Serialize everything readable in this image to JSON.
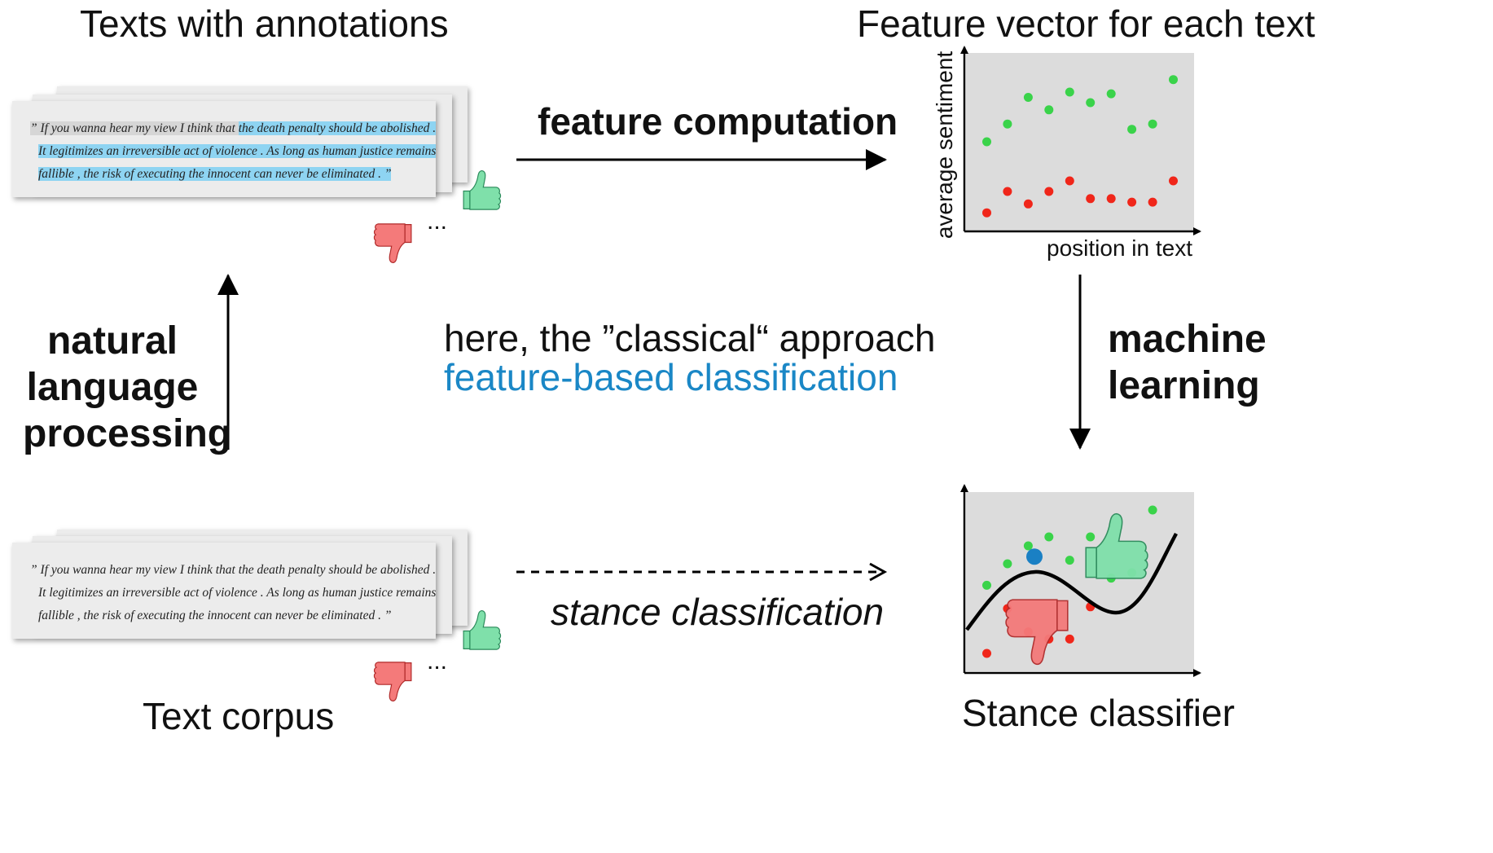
{
  "titles": {
    "top_left": "Texts with annotations",
    "top_right": "Feature vector for each text",
    "bottom_left": "Text corpus",
    "bottom_right": "Stance classifier"
  },
  "steps": {
    "nlp": [
      "natural",
      "language",
      "processing"
    ],
    "feature_computation": "feature computation",
    "machine_learning": [
      "machine",
      "learning"
    ],
    "stance_classification": "stance classification"
  },
  "center": {
    "line1": "here, the ”classical“ approach",
    "line2": "feature-based classification"
  },
  "annotated_text": {
    "line1_pre": "” If you wanna hear my view I think that ",
    "line1_highlight": "the death penalty should be abolished .",
    "line2": "It legitimizes an irreversible act of violence . As long as human justice remains",
    "line3": "fallible , the risk of executing the innocent can never be eliminated . ”",
    "ellipsis": "..."
  },
  "corpus_text": {
    "line1": "” If you wanna hear my view I think that the death penalty should be abolished .",
    "line2": "It legitimizes an irreversible act of violence . As long as human justice remains",
    "line3": "fallible , the risk of executing the innocent can never be eliminated . ”",
    "ellipsis": "..."
  },
  "feature_plot": {
    "ylabel": "average sentiment",
    "xlabel": "position in text"
  },
  "colors": {
    "positive": "#3ad34a",
    "negative": "#f0261a",
    "new_text": "#1a80c4",
    "highlight": "#8ed4f2",
    "accent_text": "#1a87c6",
    "plot_bg": "#dcdcdc"
  },
  "icons": [
    "thumbs-up-icon",
    "thumbs-down-icon"
  ],
  "chart_data": [
    {
      "type": "scatter",
      "series": [
        {
          "name": "positive",
          "points": [
            [
              1,
              5
            ],
            [
              2,
              6
            ],
            [
              3,
              7.5
            ],
            [
              4,
              6.8
            ],
            [
              5,
              7.8
            ],
            [
              6,
              7.2
            ],
            [
              7,
              7.7
            ],
            [
              8,
              5.7
            ],
            [
              9,
              6
            ],
            [
              10,
              8.5
            ]
          ]
        },
        {
          "name": "negative",
          "points": [
            [
              1,
              1
            ],
            [
              2,
              2.2
            ],
            [
              3,
              1.5
            ],
            [
              4,
              2.2
            ],
            [
              5,
              2.8
            ],
            [
              6,
              1.8
            ],
            [
              7,
              1.8
            ],
            [
              8,
              1.6
            ],
            [
              9,
              1.6
            ],
            [
              10,
              2.8
            ]
          ]
        }
      ]
    },
    {
      "type": "scatter",
      "series": [
        {
          "name": "positive",
          "points": [
            [
              1,
              4.8
            ],
            [
              2,
              6
            ],
            [
              3,
              7
            ],
            [
              4,
              7.5
            ],
            [
              5,
              6.2
            ],
            [
              6,
              7.5
            ],
            [
              7,
              5.2
            ],
            [
              8,
              5.5
            ],
            [
              9,
              9
            ]
          ]
        },
        {
          "name": "negative",
          "points": [
            [
              1,
              1
            ],
            [
              2,
              3.5
            ],
            [
              3,
              2.2
            ],
            [
              4,
              1.8
            ],
            [
              5,
              1.8
            ],
            [
              6,
              3.6
            ]
          ]
        },
        {
          "name": "new_text",
          "points": [
            [
              3.3,
              6.4
            ]
          ]
        }
      ]
    }
  ]
}
